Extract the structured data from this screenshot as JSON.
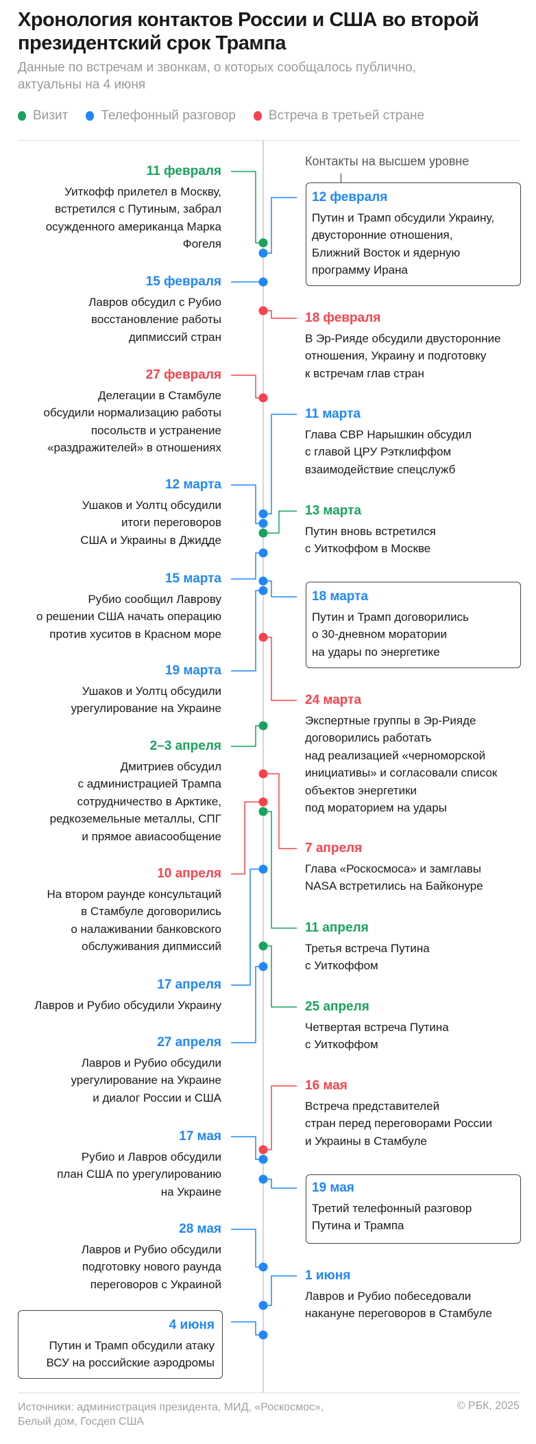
{
  "header": {
    "title_lines": [
      "Хронология контактов России и США во второй",
      "президентский срок Трампа"
    ],
    "subtitle_lines": [
      "Данные по встречам и звонкам, о которых сообщалось публично,",
      "актуальны на 4 июня"
    ]
  },
  "legend": [
    {
      "label": "Визит",
      "type": "visit"
    },
    {
      "label": "Телефонный разговор",
      "type": "phone"
    },
    {
      "label": "Встреча в третьей стране",
      "type": "third"
    }
  ],
  "colors": {
    "visit": "#17a35c",
    "phone": "#1f87fb",
    "third": "#f8434c",
    "axis": "#c8c8c8"
  },
  "highlight_label": "Контакты на высшем уровне",
  "events": [
    {
      "date": "11 февраля",
      "type": "visit",
      "side": "left",
      "top_level": false,
      "lines": [
        "Уиткофф прилетел в Москву,",
        "встретился с Путиным, забрал",
        "осужденного американца Марка",
        "Фогеля"
      ]
    },
    {
      "date": "12 февраля",
      "type": "phone",
      "side": "right",
      "top_level": true,
      "lines": [
        "Путин и Трамп обсудили Украину,",
        "двусторонние отношения,",
        "Ближний Восток и ядерную",
        "программу Ирана"
      ]
    },
    {
      "date": "15 февраля",
      "type": "phone",
      "side": "left",
      "top_level": false,
      "lines": [
        "Лавров обсудил с Рубио",
        "восстановление работы",
        "дипмиссий стран"
      ]
    },
    {
      "date": "18 февраля",
      "type": "third",
      "side": "right",
      "top_level": false,
      "lines": [
        "В Эр-Рияде обсудили двусторонние",
        "отношения, Украину и подготовку",
        "к встречам глав стран"
      ]
    },
    {
      "date": "27 февраля",
      "type": "third",
      "side": "left",
      "top_level": false,
      "lines": [
        "Делегации в Стамбуле",
        "обсудили нормализацию работы",
        "посольств и устранение",
        "«раздражителей» в отношениях"
      ]
    },
    {
      "date": "11 марта",
      "type": "phone",
      "side": "right",
      "top_level": false,
      "lines": [
        "Глава СВР Нарышкин обсудил",
        "с главой ЦРУ Рэтклиффом",
        "взаимодействие спецслужб"
      ]
    },
    {
      "date": "12 марта",
      "type": "phone",
      "side": "left",
      "top_level": false,
      "lines": [
        "Ушаков и Уолтц обсудили",
        "итоги переговоров",
        "США и Украины в Джидде"
      ]
    },
    {
      "date": "13 марта",
      "type": "visit",
      "side": "right",
      "top_level": false,
      "lines": [
        "Путин вновь встретился",
        "с Уиткоффом в Москве"
      ]
    },
    {
      "date": "15 марта",
      "type": "phone",
      "side": "left",
      "top_level": false,
      "lines": [
        "Рубио сообщил Лаврову",
        "о решении США начать операцию",
        "против хуситов в Красном море"
      ]
    },
    {
      "date": "18 марта",
      "type": "phone",
      "side": "right",
      "top_level": true,
      "lines": [
        "Путин и Трамп договорились",
        "о 30-дневном моратории",
        "на удары по энергетике"
      ]
    },
    {
      "date": "19 марта",
      "type": "phone",
      "side": "left",
      "top_level": false,
      "lines": [
        "Ушаков и Уолтц обсудили",
        "урегулирование на Украине"
      ]
    },
    {
      "date": "24 марта",
      "type": "third",
      "side": "right",
      "top_level": false,
      "lines": [
        "Экспертные группы в Эр-Рияде",
        "договорились работать",
        "над реализацией «черноморской",
        "инициативы» и согласовали список",
        "объектов энергетики",
        "под мораторием на удары"
      ]
    },
    {
      "date": "2–3 апреля",
      "type": "visit",
      "side": "left",
      "top_level": false,
      "lines": [
        "Дмитриев обсудил ",
        "с администрацией Трампа",
        "сотрудничество в Арктике,",
        "редкоземельные металлы, СПГ ",
        "и прямое авиасообщение"
      ]
    },
    {
      "date": "7 апреля",
      "type": "third",
      "side": "right",
      "top_level": false,
      "lines": [
        "Глава «Роскосмоса» и замглавы",
        "NASA встретились на Байконуре"
      ]
    },
    {
      "date": "10 апреля",
      "type": "third",
      "side": "left",
      "top_level": false,
      "lines": [
        "На втором раунде консультаций",
        "в Стамбуле договорились",
        "о налаживании банковского",
        "обслуживания дипмиссий"
      ]
    },
    {
      "date": "11 апреля",
      "type": "visit",
      "side": "right",
      "top_level": false,
      "lines": [
        "Третья встреча Путина",
        "с Уиткоффом"
      ]
    },
    {
      "date": "17 апреля",
      "type": "phone",
      "side": "left",
      "top_level": false,
      "lines": [
        "Лавров и Рубио обсудили Украину"
      ]
    },
    {
      "date": "25 апреля",
      "type": "visit",
      "side": "right",
      "top_level": false,
      "lines": [
        "Четвертая встреча Путина",
        "с Уиткоффом"
      ]
    },
    {
      "date": "27 апреля",
      "type": "phone",
      "side": "left",
      "top_level": false,
      "lines": [
        "Лавров и Рубио обсудили",
        "урегулирование на Украине",
        "и диалог России и США"
      ]
    },
    {
      "date": "16 мая",
      "type": "third",
      "side": "right",
      "top_level": false,
      "lines": [
        "Встреча представителей",
        "стран перед переговорами России",
        "и Украины в Стамбуле"
      ]
    },
    {
      "date": "17 мая",
      "type": "phone",
      "side": "left",
      "top_level": false,
      "lines": [
        "Рубио и Лавров обсудили",
        "план США по урегулированию",
        "на Украине"
      ]
    },
    {
      "date": "19 мая",
      "type": "phone",
      "side": "right",
      "top_level": true,
      "lines": [
        "Третий телефонный разговор",
        "Путина и Трампа"
      ]
    },
    {
      "date": "28 мая",
      "type": "phone",
      "side": "left",
      "top_level": false,
      "lines": [
        "Лавров и Рубио обсудили",
        "подготовку нового раунда",
        "переговоров с Украиной"
      ]
    },
    {
      "date": "1 июня",
      "type": "phone",
      "side": "right",
      "top_level": false,
      "lines": [
        "Лавров и Рубио побеседовали",
        "накануне переговоров в Стамбуле"
      ]
    },
    {
      "date": "4 июня",
      "type": "phone",
      "side": "left",
      "top_level": true,
      "lines": [
        "Путин и Трамп обсудили атаку",
        "ВСУ на российские аэродромы"
      ]
    }
  ],
  "footer": {
    "sources_lines": [
      "Источники: администрация президента, МИД, «Роскосмос»,",
      "Белый дом, Госдеп США"
    ],
    "copyright": "© РБК, 2025"
  }
}
